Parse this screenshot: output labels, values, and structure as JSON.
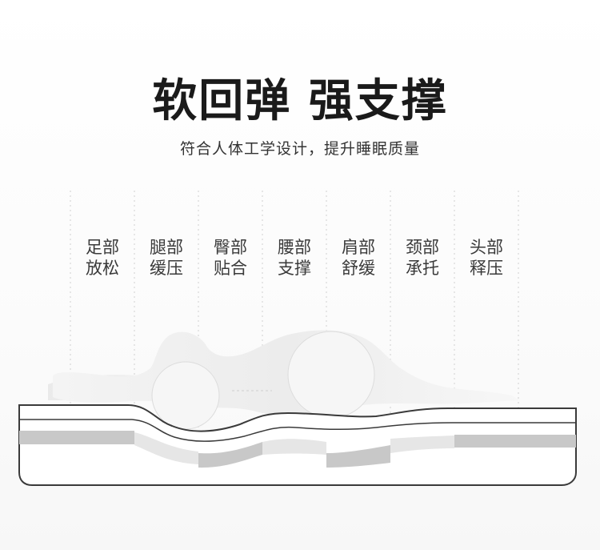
{
  "headline": "软回弹 强支撑",
  "subline": "符合人体工学设计，提升睡眠质量",
  "zones": [
    {
      "line1": "足部",
      "line2": "放松"
    },
    {
      "line1": "腿部",
      "line2": "缓压"
    },
    {
      "line1": "臀部",
      "line2": "贴合"
    },
    {
      "line1": "腰部",
      "line2": "支撑"
    },
    {
      "line1": "肩部",
      "line2": "舒缓"
    },
    {
      "line1": "颈部",
      "line2": "承托"
    },
    {
      "line1": "头部",
      "line2": "释压"
    }
  ],
  "colors": {
    "text_dark": "#1a1a1a",
    "text_label": "#3a3a3a",
    "mattress_outline": "#3a3a3a",
    "band_gray": "#c8c8c8",
    "band_light": "#e6e6e6",
    "body_silhouette": "#f0f0f0"
  }
}
